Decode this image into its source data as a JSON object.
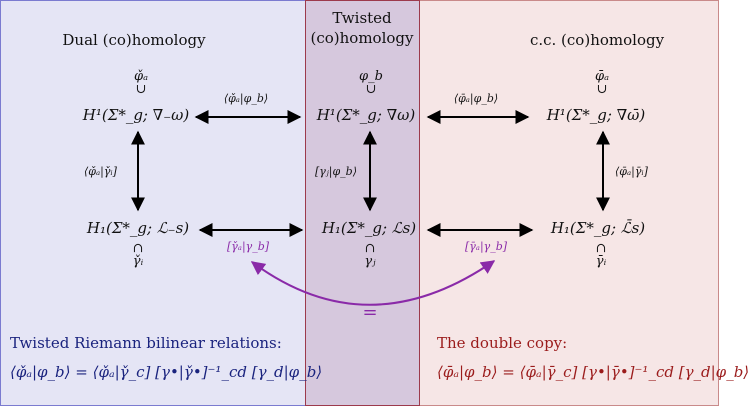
{
  "headings": {
    "left": "Dual (co)homology",
    "middle_line1": "Twisted",
    "middle_line2": "(co)homology",
    "right": "c.c. (co)homology"
  },
  "elements": {
    "left_top": "φ̌ₐ",
    "mid_top": "φ_b",
    "right_top": "φ̄ₐ",
    "left_bottom": "γ̌ᵢ",
    "mid_bottom": "γⱼ",
    "right_bottom": "γ̄ᵢ",
    "subset": "∪",
    "superset": "∩"
  },
  "nodes": {
    "left_top": "H¹(Σ*_g; ∇₋ω)",
    "mid_top": "H¹(Σ*_g; ∇ω)",
    "right_top": "H¹(Σ*_g; ∇ω̄)",
    "left_bottom": "H₁(Σ*_g; ℒ₋s)",
    "mid_bottom": "H₁(Σ*_g; ℒs)",
    "right_bottom": "H₁(Σ*_g; ℒ̄s)"
  },
  "pairings": {
    "top_left": "⟨φ̌ₐ|φ_b⟩",
    "top_right": "⟨φ̄ₐ|φ_b⟩",
    "vertical_left": "⟨φ̌ₐ|γ̌ᵢ]",
    "vertical_mid": "[γⱼ|φ_b⟩",
    "vertical_right": "⟨φ̄ₐ|γ̄ᵢ]",
    "bottom_left": "[γ̌ₐ|γ_b]",
    "bottom_right": "[γ̄ₐ|γ_b]",
    "equals": "="
  },
  "footer": {
    "left_title": "Twisted Riemann bilinear relations:",
    "left_equation": "⟨φ̌ₐ|φ_b⟩ = ⟨φ̌ₐ|γ̌_c] [γ•|γ̌•]⁻¹_cd [γ_d|φ_b⟩",
    "right_title": "The double copy:",
    "right_equation": "⟨φ̄ₐ|φ_b⟩ = ⟨φ̄ₐ|γ̄_c] [γ•|γ̄•]⁻¹_cd [γ_d|φ_b⟩"
  },
  "colors": {
    "left_panel": "#e5e5f5",
    "middle_panel": "#d6c8dd",
    "right_panel": "#f6e6e6",
    "curve": "#8a2aa8",
    "left_text": "#1a237e",
    "right_text": "#9b1c1c"
  }
}
